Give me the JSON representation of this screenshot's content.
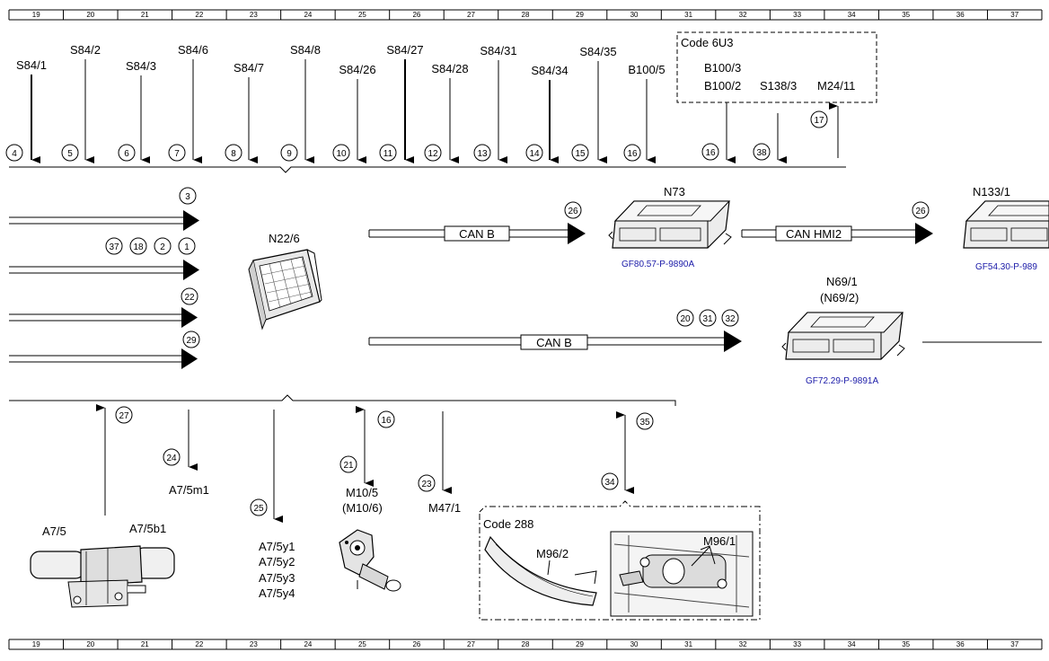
{
  "ruler": [
    "19",
    "20",
    "21",
    "22",
    "23",
    "24",
    "25",
    "26",
    "27",
    "28",
    "29",
    "30",
    "31",
    "32",
    "33",
    "34",
    "35",
    "36",
    "37"
  ],
  "top_switches": {
    "labels": [
      "S84/1",
      "S84/2",
      "S84/3",
      "S84/6",
      "S84/7",
      "S84/8",
      "S84/26",
      "S84/27",
      "S84/28",
      "S84/31",
      "S84/34",
      "S84/35",
      "B100/5"
    ],
    "circles": [
      "4",
      "5",
      "6",
      "7",
      "8",
      "9",
      "10",
      "11",
      "12",
      "13",
      "14",
      "15",
      "16"
    ]
  },
  "code_6u3": {
    "title": "Code 6U3",
    "labels": [
      "B100/3",
      "B100/2",
      "S138/3",
      "M24/11"
    ],
    "circles": [
      "16",
      "38",
      "17"
    ]
  },
  "left_inputs": [
    "3",
    "37",
    "18",
    "2",
    "1",
    "22",
    "29"
  ],
  "n22_6": {
    "label": "N22/6"
  },
  "can_b_top": {
    "label": "CAN B",
    "circle": "26"
  },
  "n73": {
    "label": "N73",
    "ref": "GF80.57-P-9890A"
  },
  "can_hmi2": {
    "label": "CAN HMI2",
    "circle": "26"
  },
  "n133_1": {
    "label": "N133/1",
    "ref": "GF54.30-P-989"
  },
  "can_b_bottom": {
    "label": "CAN B",
    "circles": [
      "20",
      "31",
      "32"
    ]
  },
  "n69_1": {
    "label": "N69/1",
    "label2": "(N69/2)",
    "ref": "GF72.29-P-9891A"
  },
  "bottom": {
    "a7_5": "A7/5",
    "a7_5b1": "A7/5b1",
    "circle_27": "27",
    "circle_24": "24",
    "a7_5m1": "A7/5m1",
    "circle_25": "25",
    "valves": [
      "A7/5y1",
      "A7/5y2",
      "A7/5y3",
      "A7/5y4"
    ],
    "m10_5": "M10/5",
    "m10_6": "(M10/6)",
    "circle_16": "16",
    "circle_21": "21",
    "circle_23": "23",
    "m47_1": "M47/1",
    "circle_35": "35",
    "circle_34": "34"
  },
  "code_288": {
    "title": "Code 288",
    "m96_2": "M96/2",
    "m96_1": "M96/1"
  }
}
